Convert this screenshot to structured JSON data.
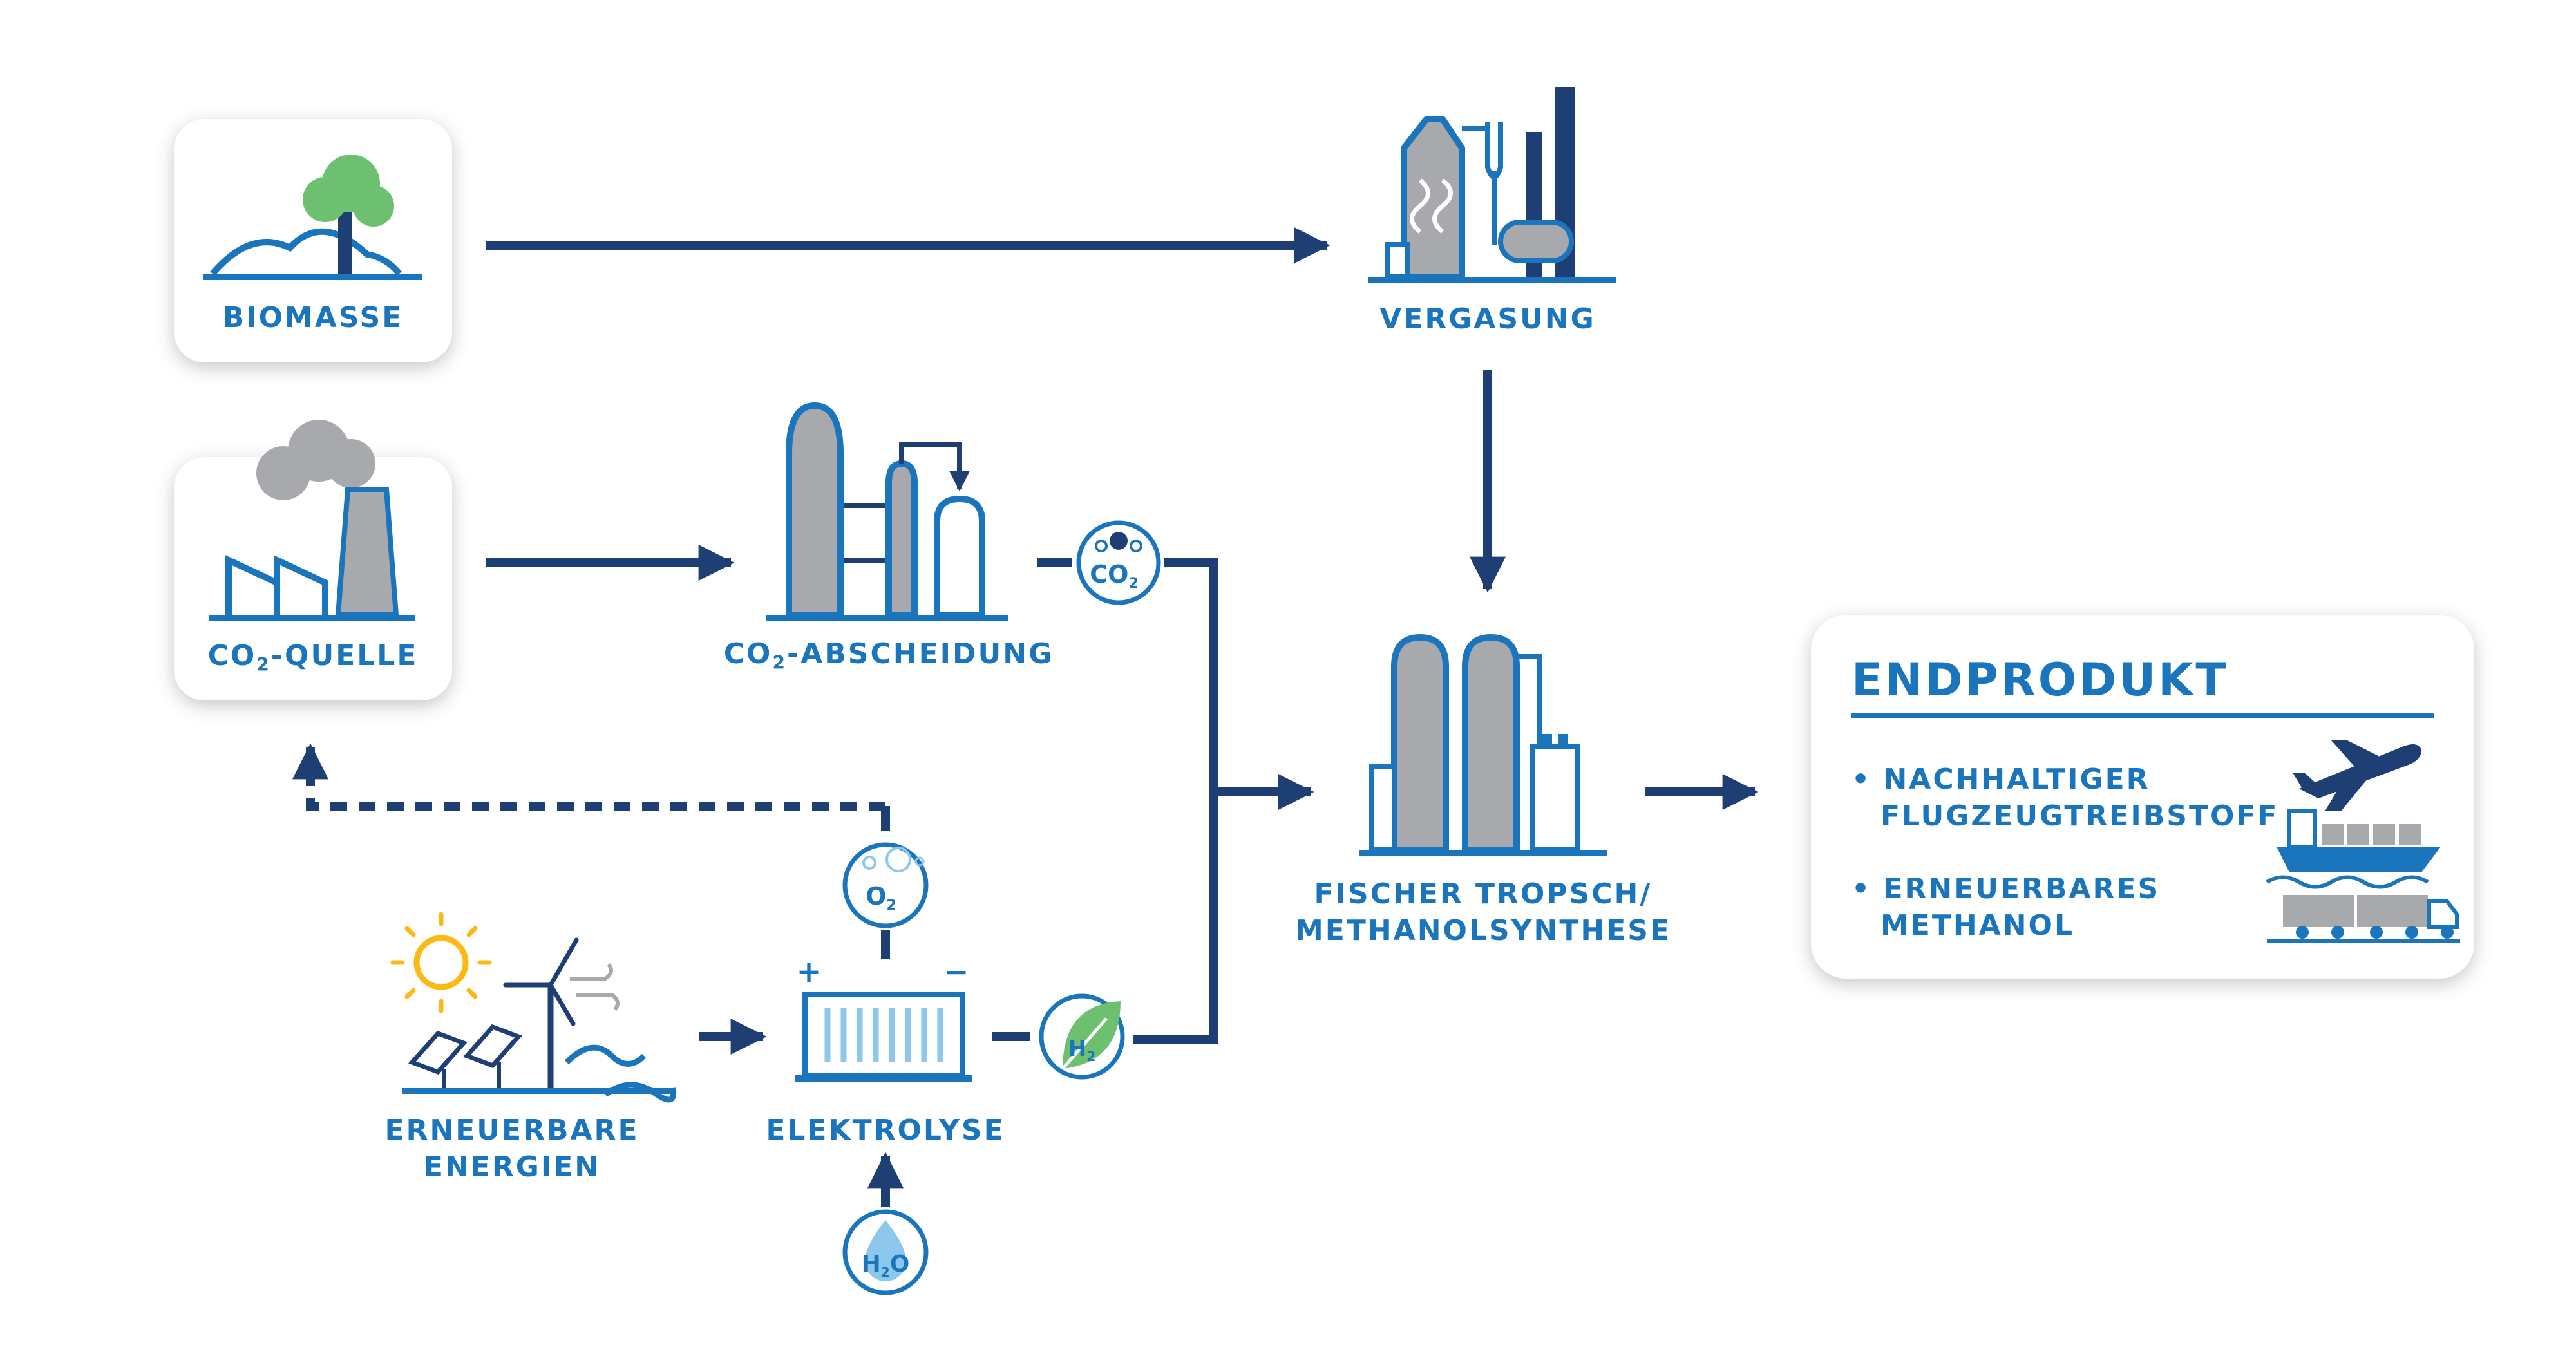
{
  "nodes": {
    "biomasse": "BIOMASSE",
    "co2_quelle_pre": "CO",
    "co2_quelle_post": "-QUELLE",
    "co2_abscheidung_pre": "CO",
    "co2_abscheidung_post": "-ABSCHEIDUNG",
    "vergasung": "VERGASUNG",
    "synthesis_line1": "FISCHER TROPSCH/",
    "synthesis_line2": "METHANOLSYNTHESE",
    "erneuerbare_line1": "ERNEUERBARE",
    "erneuerbare_line2": "ENERGIEN",
    "elektrolyse": "ELEKTROLYSE"
  },
  "badges": {
    "co2": "CO",
    "o2": "O",
    "h2": "H",
    "h2o_h": "H",
    "h2o_o": "O",
    "subscript_two": "2"
  },
  "electrolyser": {
    "plus": "+",
    "minus": "−"
  },
  "endprodukt": {
    "title": "ENDPRODUKT",
    "items": [
      {
        "line1": "• NACHHALTIGER",
        "line2": "FLUGZEUGTREIBSTOFF"
      },
      {
        "line1": "• ERNEUERBARES",
        "line2": "METHANOL"
      }
    ]
  },
  "colors": {
    "accent_blue": "#1b75bc",
    "navy": "#1e3f73",
    "gray": "#a7a9ac",
    "green": "#6cc070",
    "yellow": "#fdb913",
    "light_blue": "#8cc7ee"
  }
}
